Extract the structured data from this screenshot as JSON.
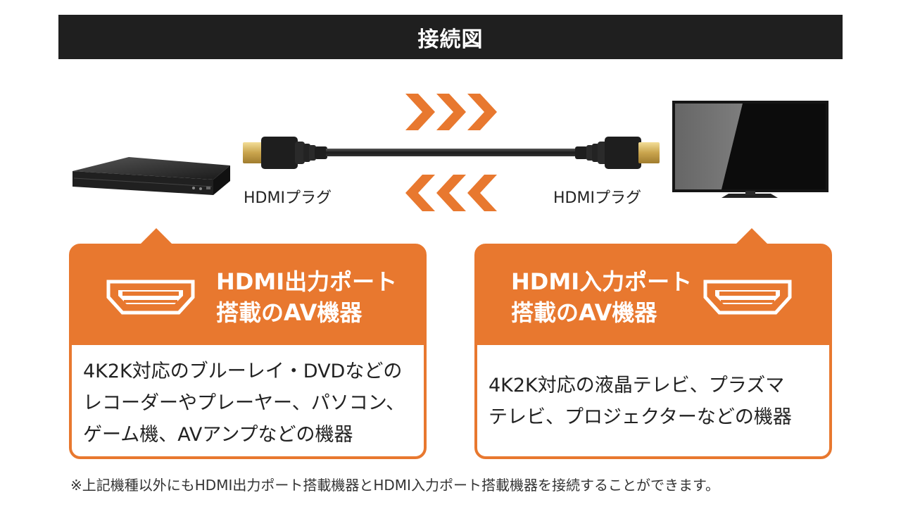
{
  "header": {
    "title": "接続図"
  },
  "plugs": {
    "left_label": "HDMIプラグ",
    "right_label": "HDMIプラグ"
  },
  "panels": {
    "output": {
      "title_line1": "HDMI出力ポート",
      "title_line2": "搭載のAV機器",
      "desc_line1": "4K2K対応のブルーレイ・DVDなどの",
      "desc_line2": "レコーダーやプレーヤー、パソコン、",
      "desc_line3": "ゲーム機、AVアンプなどの機器"
    },
    "input": {
      "title_line1": "HDMI入力ポート",
      "title_line2": "搭載のAV機器",
      "desc_line1": "4K2K対応の液晶テレビ、プラズマ",
      "desc_line2": "テレビ、プロジェクターなどの機器"
    }
  },
  "footnote": "※上記機種以外にもHDMI出力ポート搭載機器とHDMI入力ポート搭載機器を接続することができます。",
  "colors": {
    "accent": "#e8782f",
    "bar": "#1f1f1f"
  },
  "icons": {
    "player": "blu-ray-player-icon",
    "tv": "television-icon",
    "cable": "hdmi-cable-icon",
    "port": "hdmi-port-icon",
    "arrows_right": "chevrons-right-icon",
    "arrows_left": "chevrons-left-icon"
  }
}
